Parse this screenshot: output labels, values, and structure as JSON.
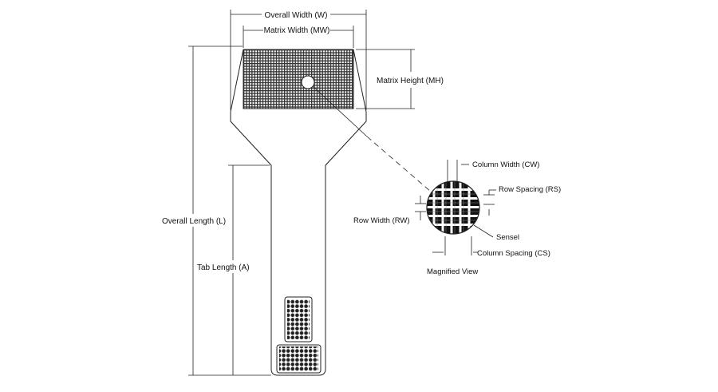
{
  "diagram": {
    "labels": {
      "overall_width": "Overall Width (W)",
      "matrix_width": "Matrix Width (MW)",
      "matrix_height": "Matrix Height (MH)",
      "overall_length": "Overall Length (L)",
      "tab_length": "Tab Length (A)",
      "column_width": "Column Width (CW)",
      "row_spacing": "Row Spacing (RS)",
      "row_width": "Row Width (RW)",
      "sensel": "Sensel",
      "column_spacing": "Column Spacing (CS)",
      "magnified_view": "Magnified View"
    },
    "colors": {
      "stroke": "#222222",
      "grid": "#3a3a3a",
      "grid_background": "#ffffff",
      "background": "#ffffff"
    }
  }
}
